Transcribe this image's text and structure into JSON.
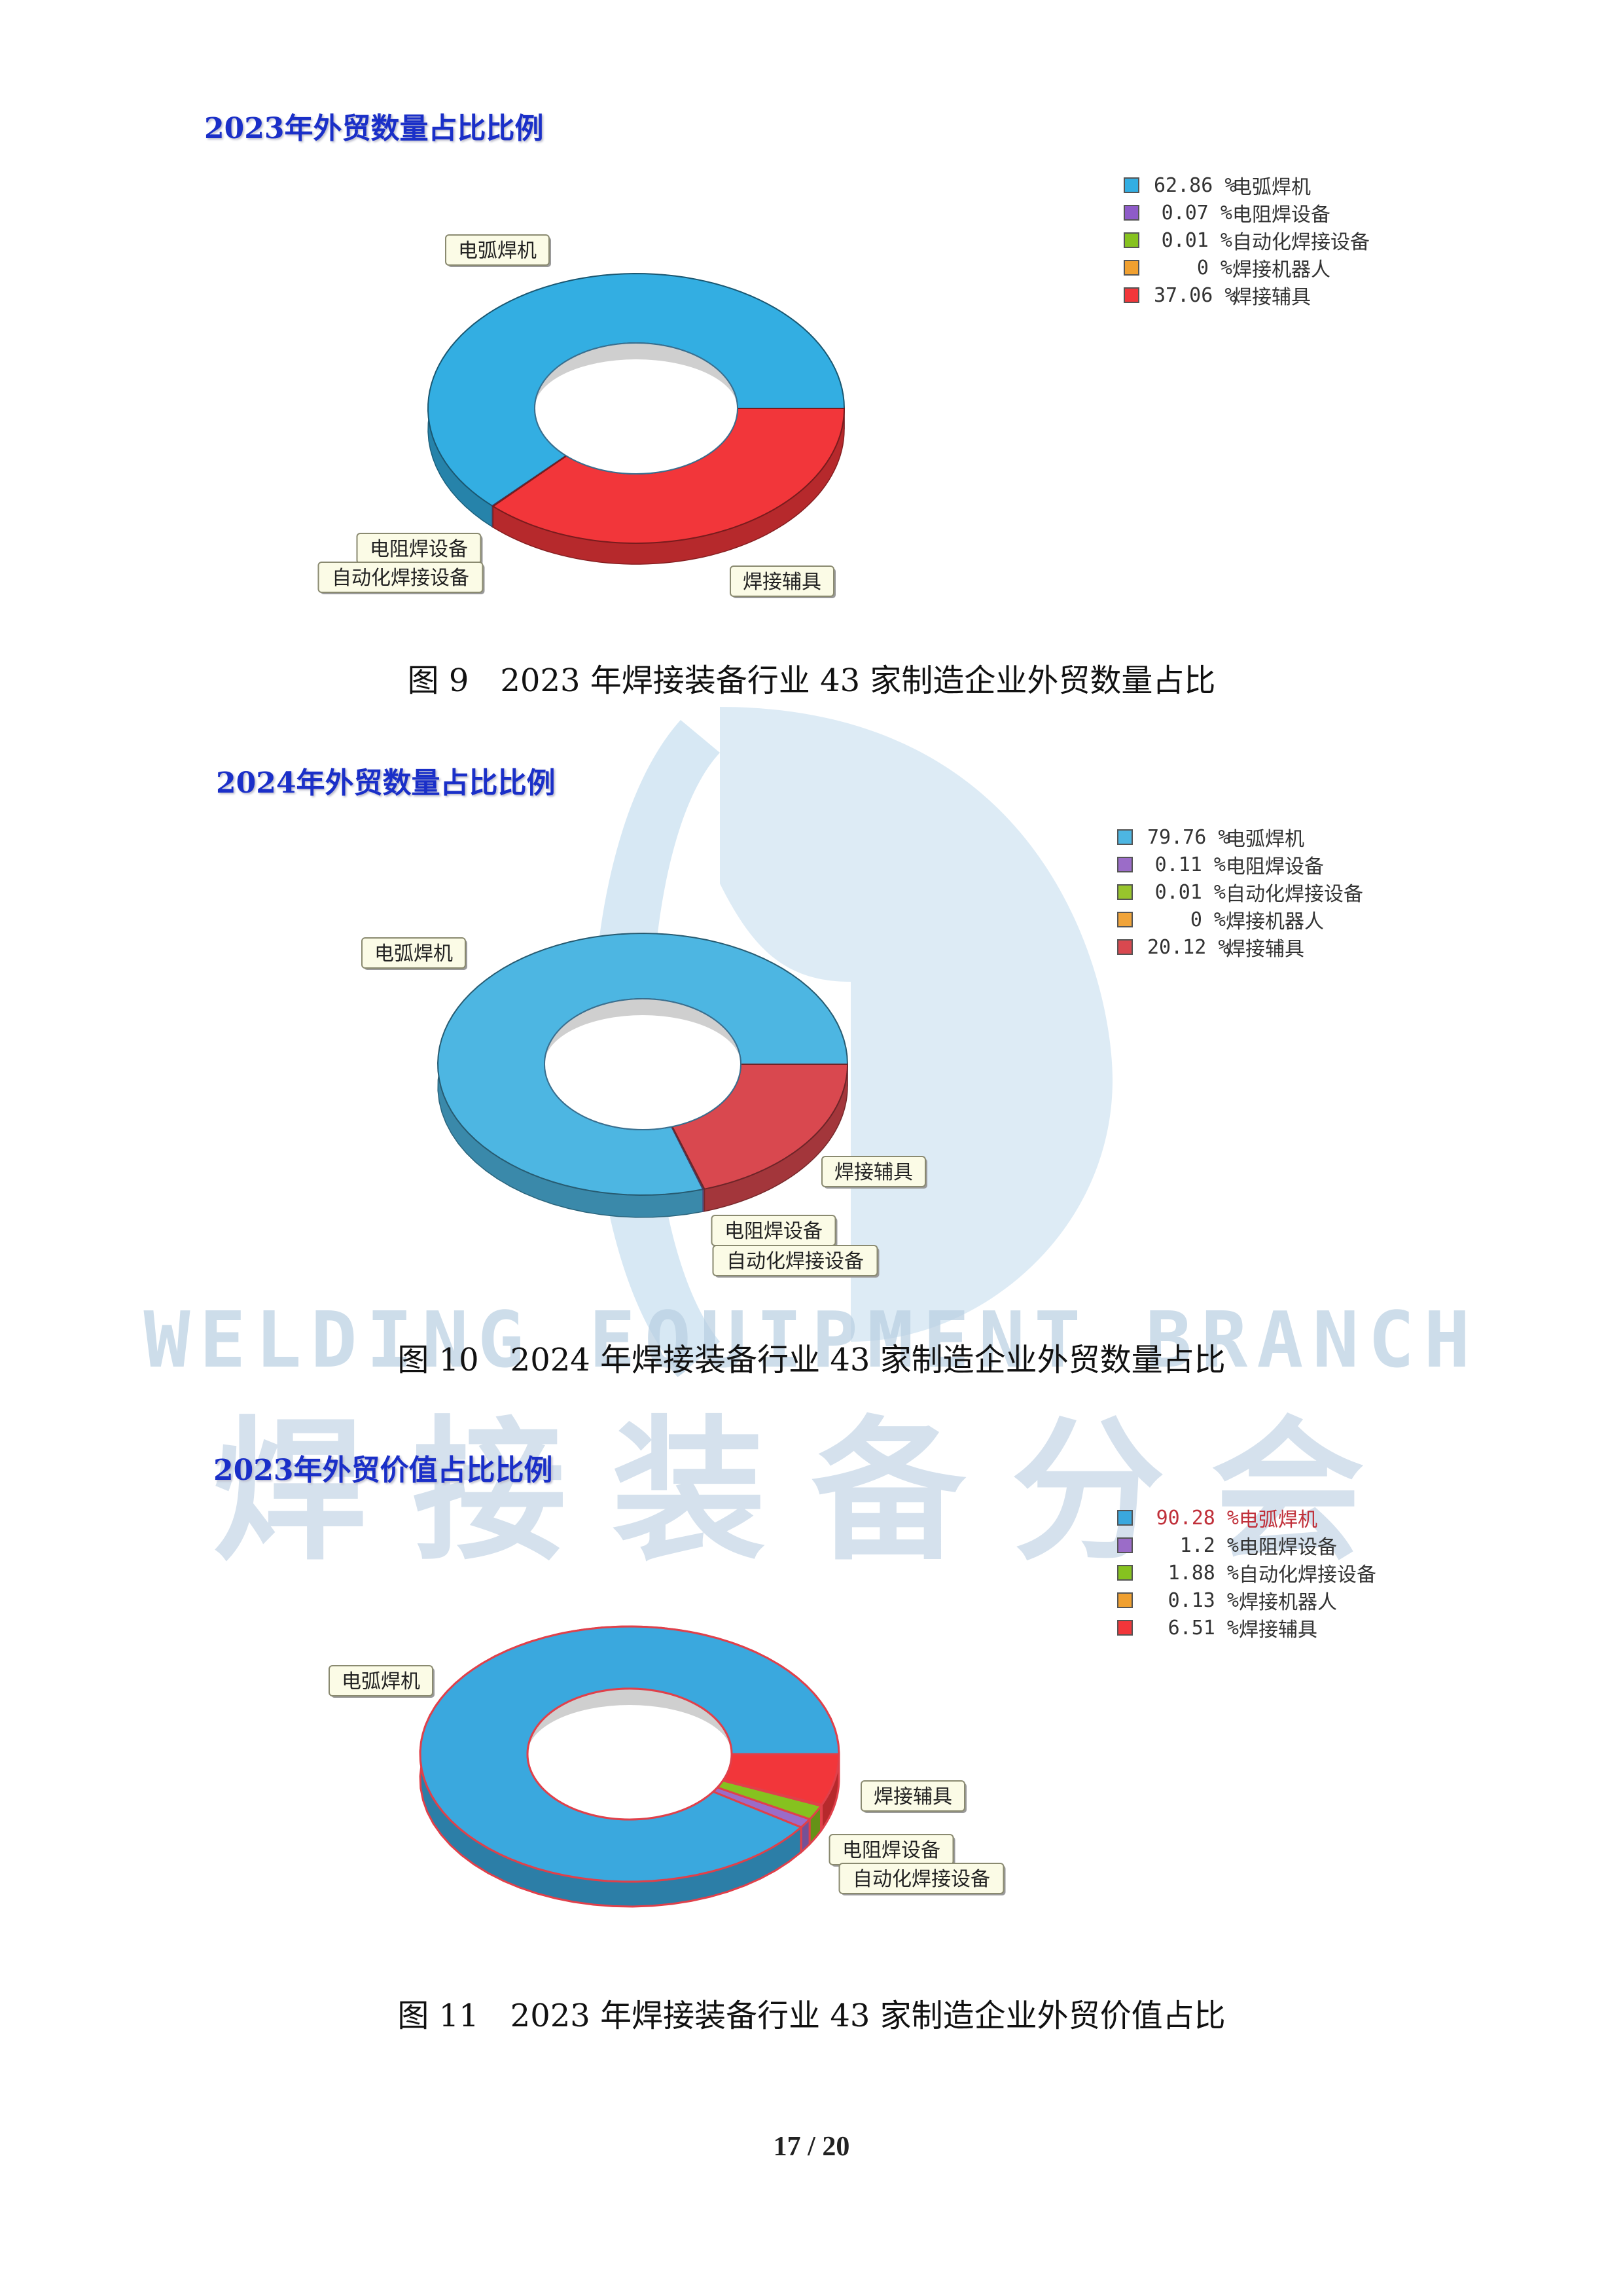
{
  "watermark": {
    "english": "WELDING EQUIPMENT BRANCH",
    "chinese": "焊接装备分会"
  },
  "chart_data": [
    {
      "type": "pie",
      "title": "2023年外贸数量占比比例",
      "caption": "图 9　2023 年焊接装备行业 43 家制造企业外贸数量占比",
      "categories": [
        "电弧焊机",
        "电阻焊设备",
        "自动化焊接设备",
        "焊接机器人",
        "焊接辅具"
      ],
      "values": [
        62.86,
        0.07,
        0.01,
        0,
        37.06
      ],
      "legend_labels": [
        "62.86 %",
        "0.07 %",
        "0.01 %",
        "0 %",
        "37.06 %"
      ],
      "colors": [
        "#33aee2",
        "#8e5bc8",
        "#86c21f",
        "#f0a030",
        "#f2363a"
      ],
      "callouts": [
        "电弧焊机",
        "电阻焊设备",
        "自动化焊接设备",
        "焊接辅具"
      ],
      "legend_position": "top-right",
      "unit": "%"
    },
    {
      "type": "pie",
      "title": "2024年外贸数量占比比例",
      "caption": "图 10　2024 年焊接装备行业 43 家制造企业外贸数量占比",
      "categories": [
        "电弧焊机",
        "电阻焊设备",
        "自动化焊接设备",
        "焊接机器人",
        "焊接辅具"
      ],
      "values": [
        79.76,
        0.11,
        0.01,
        0,
        20.12
      ],
      "legend_labels": [
        "79.76 %",
        "0.11 %",
        "0.01 %",
        "0 %",
        "20.12 %"
      ],
      "colors": [
        "#4db6e2",
        "#9b6cc8",
        "#98c52c",
        "#f0a43a",
        "#d9484f"
      ],
      "callouts": [
        "电弧焊机",
        "焊接辅具",
        "电阻焊设备",
        "自动化焊接设备"
      ],
      "legend_position": "top-right",
      "unit": "%"
    },
    {
      "type": "pie",
      "title": "2023年外贸价值占比比例",
      "caption": "图 11　2023 年焊接装备行业 43 家制造企业外贸价值占比",
      "categories": [
        "电弧焊机",
        "电阻焊设备",
        "自动化焊接设备",
        "焊接机器人",
        "焊接辅具"
      ],
      "values": [
        90.28,
        1.2,
        1.88,
        0.13,
        6.51
      ],
      "legend_labels": [
        "90.28 %",
        "1.2 %",
        "1.88 %",
        "0.13 %",
        "6.51 %"
      ],
      "colors": [
        "#3aa8de",
        "#9b6cc8",
        "#86c21f",
        "#f0a030",
        "#f2363a"
      ],
      "callouts": [
        "电弧焊机",
        "焊接辅具",
        "电阻焊设备",
        "自动化焊接设备"
      ],
      "legend_position": "top-right",
      "highlight": "电弧焊机",
      "unit": "%"
    }
  ],
  "page_number": "17 / 20"
}
